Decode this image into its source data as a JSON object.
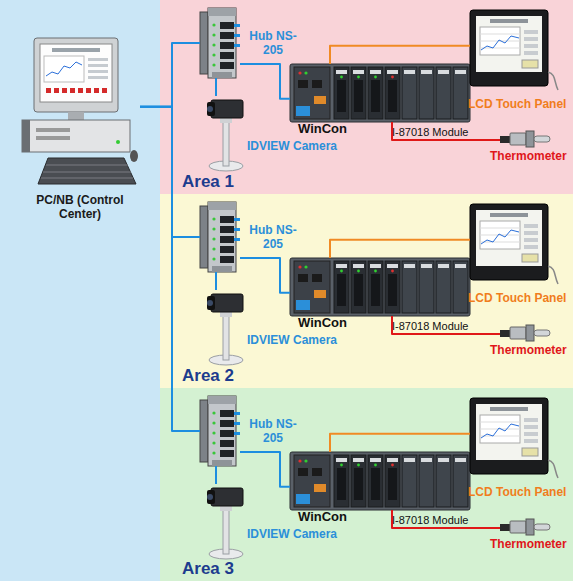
{
  "diagram": {
    "nodes": [
      {
        "text": [
          "PC/NB (Control Center)"
        ]
      },
      {
        "text": [
          "Area 1"
        ]
      },
      {
        "text": [
          "Hub NS-205"
        ],
        "in": 1
      },
      {
        "text": [
          "IDVIEW Camera"
        ],
        "in": 1
      },
      {
        "text": [
          "WinCon"
        ],
        "in": 1
      },
      {
        "text": [
          "LCD Touch Panel"
        ],
        "in": 1
      },
      {
        "text": [
          "Thermometer"
        ],
        "in": 1
      },
      {
        "text": [
          "Area 2"
        ]
      },
      {
        "text": [
          "Hub NS-205"
        ],
        "in": 7
      },
      {
        "text": [
          "IDVIEW Camera"
        ],
        "in": 7
      },
      {
        "text": [
          "WinCon"
        ],
        "in": 7
      },
      {
        "text": [
          "LCD Touch Panel"
        ],
        "in": 7
      },
      {
        "text": [
          "Thermometer"
        ],
        "in": 7
      },
      {
        "text": [
          "Area 3"
        ]
      },
      {
        "text": [
          "Hub NS-205"
        ],
        "in": 13
      },
      {
        "text": [
          "IDVIEW Camera"
        ],
        "in": 13
      },
      {
        "text": [
          "WinCon"
        ],
        "in": 13
      },
      {
        "text": [
          "LCD Touch Panel"
        ],
        "in": 13
      },
      {
        "text": [
          "Thermometer"
        ],
        "in": 13
      }
    ],
    "edges": [
      {
        "from": 0,
        "to": 2,
        "arrow": "none"
      },
      {
        "from": 0,
        "to": 8,
        "arrow": "none"
      },
      {
        "from": 0,
        "to": 14,
        "arrow": "none"
      },
      {
        "from": 2,
        "to": 3,
        "arrow": "none"
      },
      {
        "from": 2,
        "to": 4,
        "arrow": "none"
      },
      {
        "from": 4,
        "to": 5,
        "arrow": "none"
      },
      {
        "from": 4,
        "to": 6,
        "arrow": "none"
      },
      {
        "from": 8,
        "to": 9,
        "arrow": "none"
      },
      {
        "from": 8,
        "to": 10,
        "arrow": "none"
      },
      {
        "from": 10,
        "to": 11,
        "arrow": "none"
      },
      {
        "from": 10,
        "to": 12,
        "arrow": "none"
      },
      {
        "from": 14,
        "to": 15,
        "arrow": "none"
      },
      {
        "from": 14,
        "to": 16,
        "arrow": "none"
      },
      {
        "from": 16,
        "to": 17,
        "arrow": "none"
      },
      {
        "from": 16,
        "to": 18,
        "arrow": "none"
      }
    ],
    "labels": [
      "I-87018 Module",
      "I-87018 Module",
      "I-87018 Module"
    ]
  }
}
